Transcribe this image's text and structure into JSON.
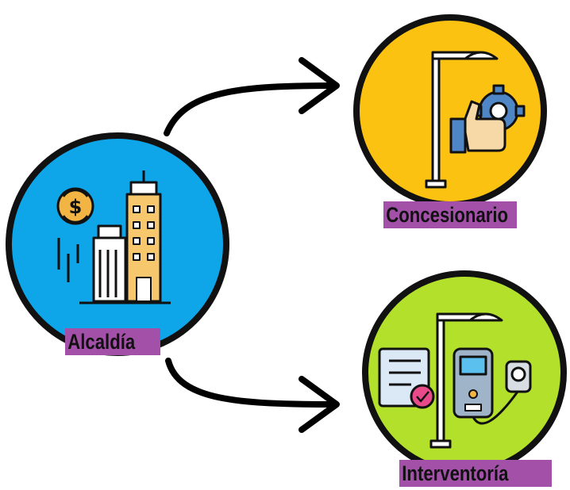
{
  "nodes": {
    "alcaldia": {
      "label": "Alcaldía",
      "circle_color": "#0ea5e9",
      "icon": "city-buildings-icon"
    },
    "concesionario": {
      "label": "Concesionario",
      "circle_color": "#fcc211",
      "icon": "street-lamp-maintenance-icon"
    },
    "interventoria": {
      "label": "Interventoría",
      "circle_color": "#b3e02b",
      "icon": "street-lamp-inspection-icon"
    }
  },
  "colors": {
    "label_background": "#a351a8",
    "label_text": "#111111",
    "outline": "#111111",
    "arrow": "#000000"
  },
  "edges": [
    {
      "from": "Alcaldía",
      "to": "Concesionario"
    },
    {
      "from": "Alcaldía",
      "to": "Interventoría"
    }
  ]
}
